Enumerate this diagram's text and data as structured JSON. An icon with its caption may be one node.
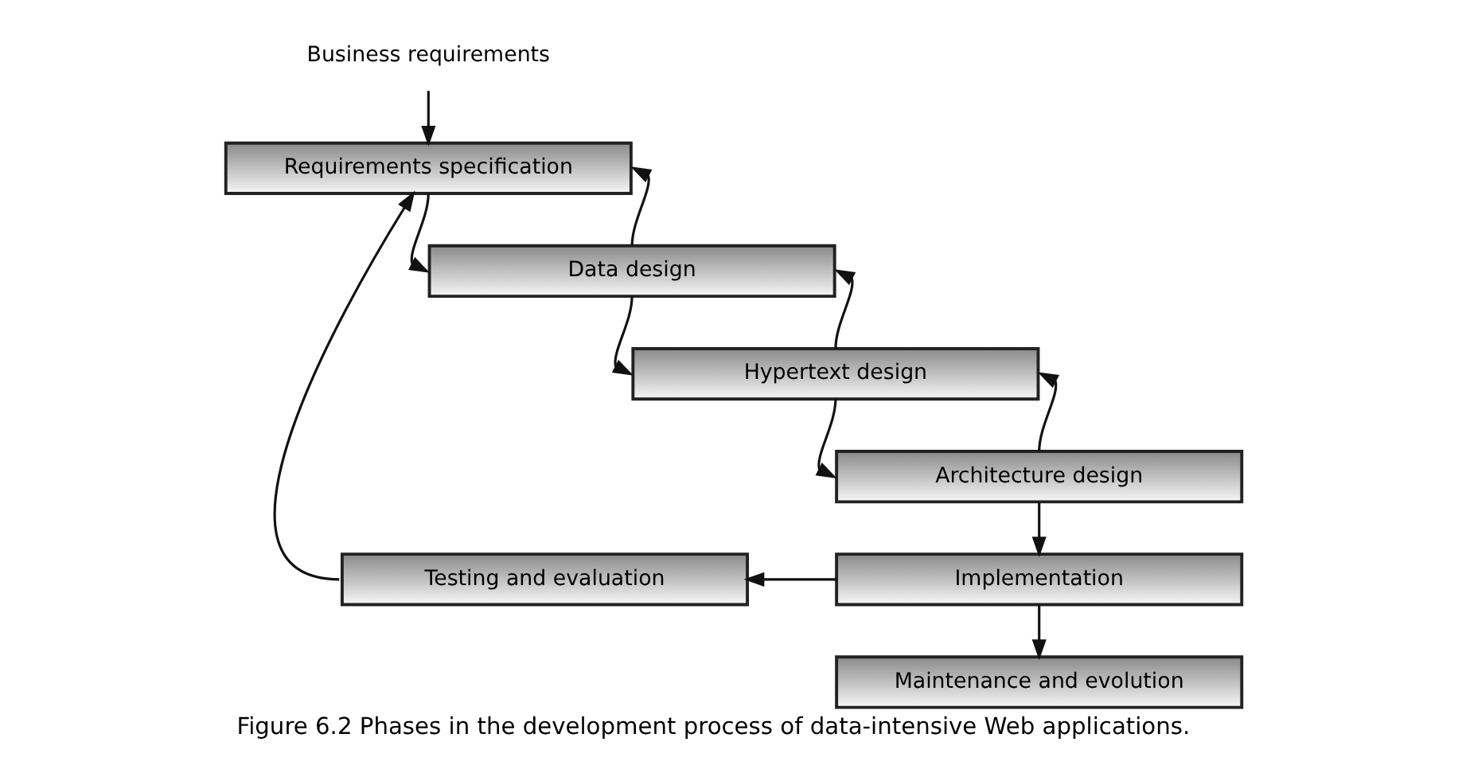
{
  "diagram": {
    "caption": "Figure 6.2 Phases in the development process of data-intensive Web applications.",
    "nodes": [
      {
        "text": [
          "Business requirements"
        ]
      },
      {
        "text": [
          "Requirements specification"
        ]
      },
      {
        "text": [
          "Data design"
        ]
      },
      {
        "text": [
          "Hypertext design"
        ]
      },
      {
        "text": [
          "Architecture design"
        ]
      },
      {
        "text": [
          "Implementation"
        ]
      },
      {
        "text": [
          "Testing and evaluation"
        ]
      },
      {
        "text": [
          "Maintenance and evolution"
        ]
      }
    ],
    "edges": [
      {
        "from": 0,
        "to": 1,
        "arrow": "to"
      },
      {
        "from": 1,
        "to": 2,
        "arrow": "to"
      },
      {
        "from": 2,
        "to": 1,
        "arrow": "to"
      },
      {
        "from": 2,
        "to": 3,
        "arrow": "to"
      },
      {
        "from": 3,
        "to": 2,
        "arrow": "to"
      },
      {
        "from": 3,
        "to": 4,
        "arrow": "to"
      },
      {
        "from": 4,
        "to": 3,
        "arrow": "to"
      },
      {
        "from": 4,
        "to": 5,
        "arrow": "to"
      },
      {
        "from": 5,
        "to": 6,
        "arrow": "to"
      },
      {
        "from": 6,
        "to": 1,
        "arrow": "to"
      },
      {
        "from": 5,
        "to": 7,
        "arrow": "to"
      }
    ]
  }
}
